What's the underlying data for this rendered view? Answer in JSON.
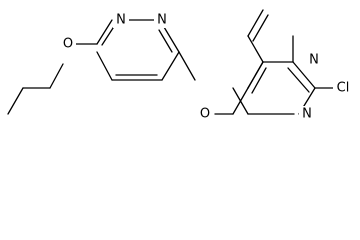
{
  "molecule": {
    "atoms": {
      "propoxy_oxygen": "O",
      "pyridazine_n1": "N",
      "pyridazine_n2": "N",
      "bridge_oxygen": "O",
      "pyrimidine_n_top": "N",
      "pyrimidine_n_bottom": "N",
      "chlorine": "Cl"
    },
    "colors": {
      "bond": "#000000",
      "label": "#000000",
      "background": "#ffffff"
    }
  }
}
